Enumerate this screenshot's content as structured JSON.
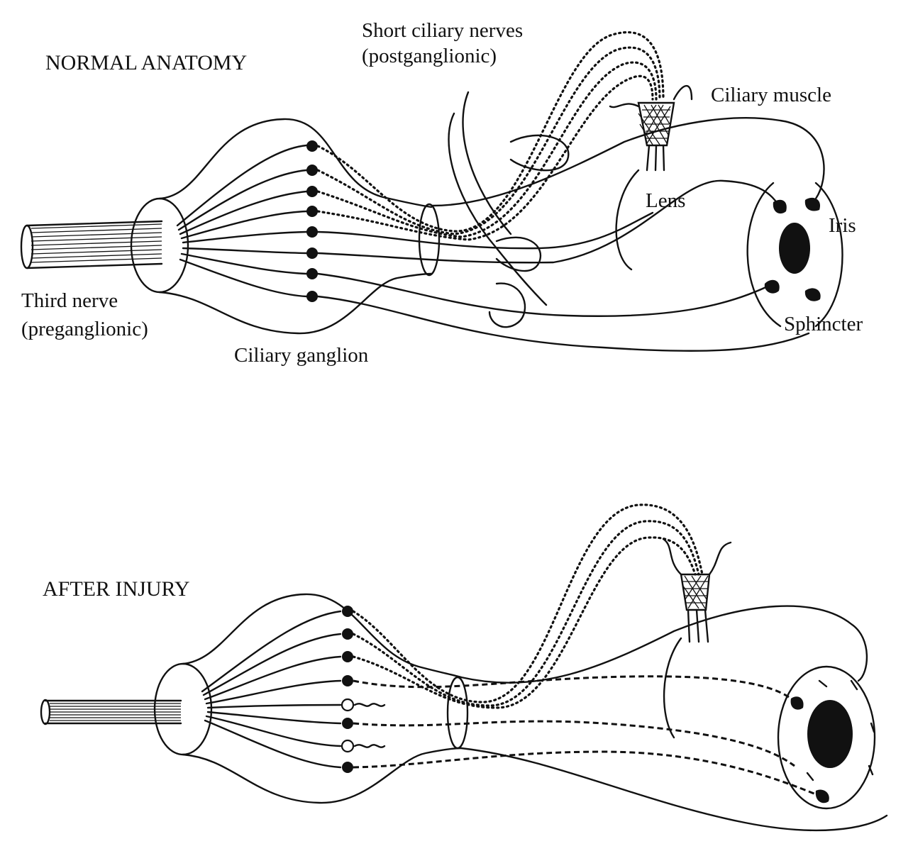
{
  "panels": {
    "normal": {
      "heading": "NORMAL ANATOMY",
      "short_ciliary_line1": "Short ciliary nerves",
      "short_ciliary_line2": "(postganglionic)",
      "ciliary_muscle": "Ciliary muscle",
      "lens": "Lens",
      "iris": "Iris",
      "sphincter": "Sphincter",
      "third_nerve_line1": "Third nerve",
      "third_nerve_line2": "(preganglionic)",
      "ciliary_ganglion": "Ciliary ganglion"
    },
    "injury": {
      "heading": "AFTER INJURY"
    }
  }
}
